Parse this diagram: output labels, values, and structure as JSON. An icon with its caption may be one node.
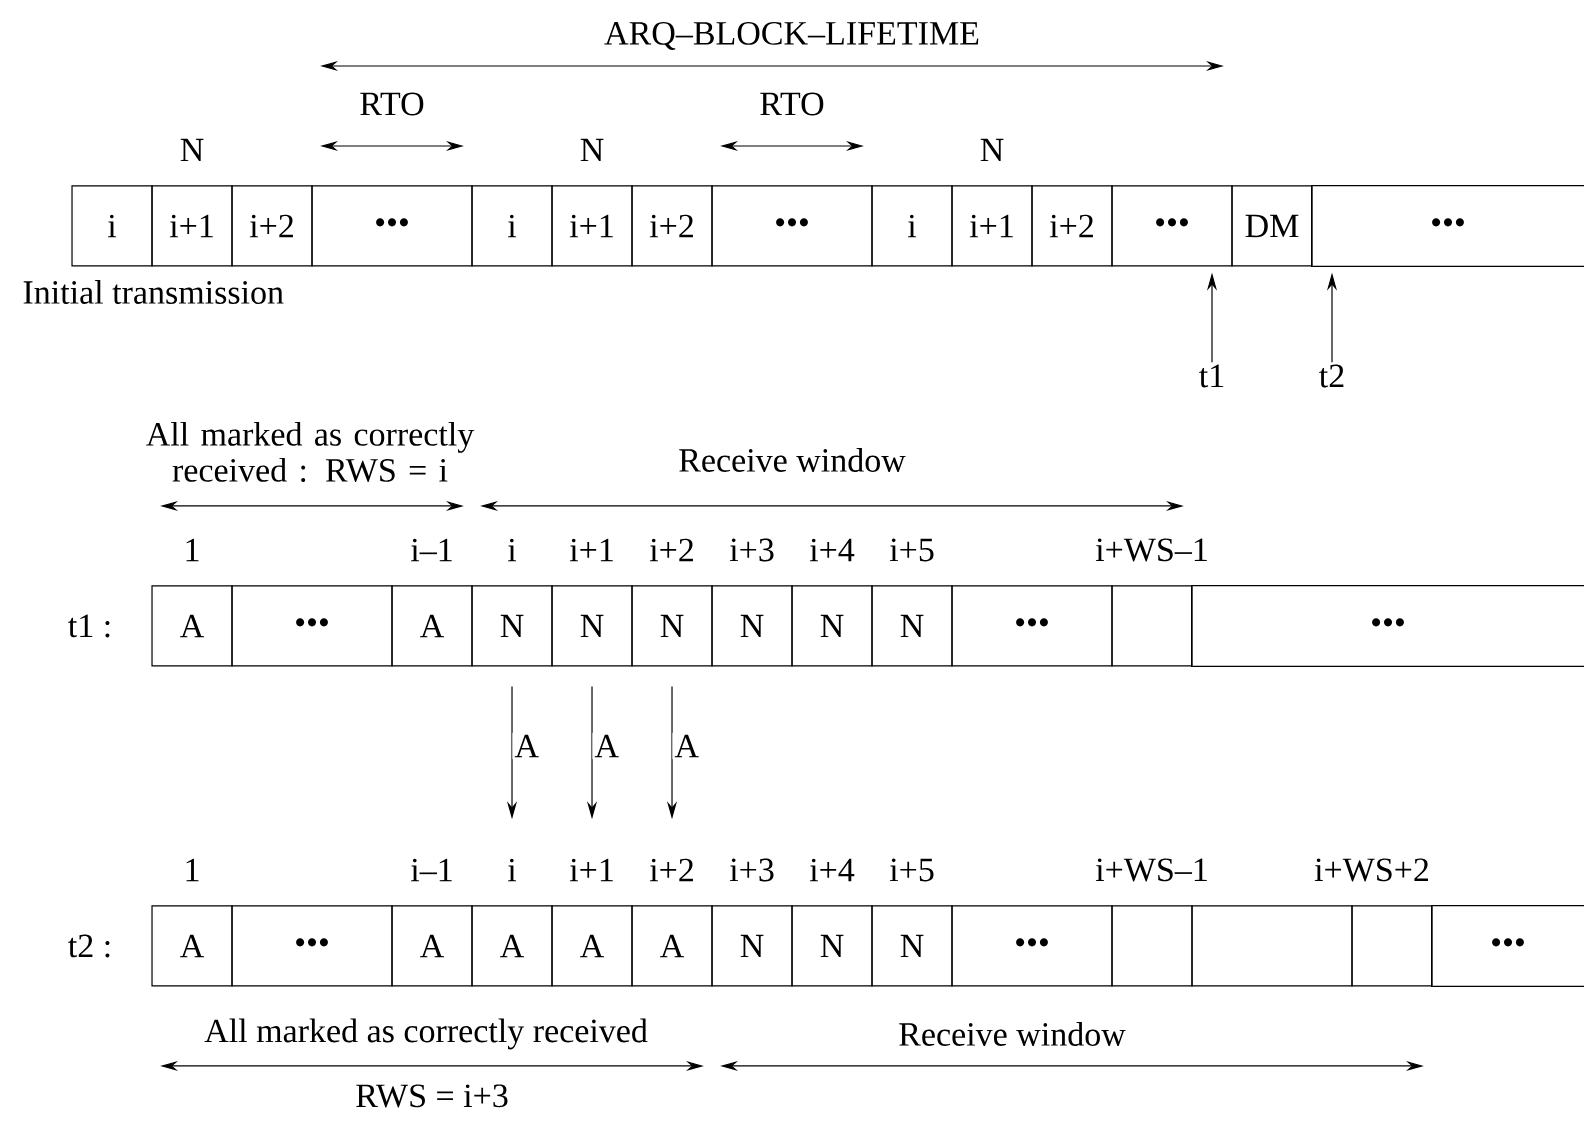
{
  "diagram": {
    "nodes": [
      {
        "text": [
          "i"
        ]
      },
      {
        "text": [
          "i+1"
        ]
      },
      {
        "text": [
          "i+2"
        ]
      },
      {
        "text": [
          "•••"
        ]
      },
      {
        "text": [
          "i"
        ]
      },
      {
        "text": [
          "i+1"
        ]
      },
      {
        "text": [
          "i+2"
        ]
      },
      {
        "text": [
          "•••"
        ]
      },
      {
        "text": [
          "i"
        ]
      },
      {
        "text": [
          "i+1"
        ]
      },
      {
        "text": [
          "i+2"
        ]
      },
      {
        "text": [
          "•••"
        ]
      },
      {
        "text": [
          "DM"
        ]
      },
      {
        "text": [
          "•••"
        ]
      },
      {
        "text": [
          "A"
        ]
      },
      {
        "text": [
          "•••"
        ]
      },
      {
        "text": [
          "A"
        ]
      },
      {
        "text": [
          "N"
        ]
      },
      {
        "text": [
          "N"
        ]
      },
      {
        "text": [
          "N"
        ]
      },
      {
        "text": [
          "N"
        ]
      },
      {
        "text": [
          "N"
        ]
      },
      {
        "text": [
          "N"
        ]
      },
      {
        "text": [
          "•••"
        ]
      },
      {
        "text": [],
        "shape": "box"
      },
      {
        "text": [
          "•••"
        ]
      },
      {
        "text": [
          "A"
        ]
      },
      {
        "text": [
          "•••"
        ]
      },
      {
        "text": [
          "A"
        ]
      },
      {
        "text": [
          "A"
        ]
      },
      {
        "text": [
          "A"
        ]
      },
      {
        "text": [
          "A"
        ]
      },
      {
        "text": [
          "N"
        ]
      },
      {
        "text": [
          "N"
        ]
      },
      {
        "text": [
          "N"
        ]
      },
      {
        "text": [
          "•••"
        ]
      },
      {
        "text": [],
        "shape": "box"
      },
      {
        "text": [],
        "shape": "box"
      },
      {
        "text": [],
        "shape": "box"
      },
      {
        "text": [
          "•••"
        ]
      },
      {
        "text": [
          "t1"
        ]
      },
      {
        "text": [
          "t2"
        ]
      }
    ],
    "edges": [
      {
        "from": 40,
        "to": 12,
        "arrow": "to"
      },
      {
        "from": 41,
        "to": 12,
        "arrow": "to"
      },
      {
        "from": 17,
        "to": 29,
        "arrow": "to",
        "label": "A"
      },
      {
        "from": 18,
        "to": 30,
        "arrow": "to",
        "label": "A"
      },
      {
        "from": 19,
        "to": 31,
        "arrow": "to",
        "label": "A"
      }
    ],
    "labels": [
      "ARQ–BLOCK–LIFETIME",
      "RTO",
      "RTO",
      "N",
      "N",
      "N",
      "Initial transmission",
      "All marked as correctly received : RWS = i",
      "Receive window",
      "1",
      "i–1",
      "i",
      "i+1",
      "i+2",
      "i+3",
      "i+4",
      "i+5",
      "i+WS–1",
      "t1 :",
      "1",
      "i–1",
      "i",
      "i+1",
      "i+2",
      "i+3",
      "i+4",
      "i+5",
      "i+WS–1",
      "i+WS+2",
      "t2 :",
      "All marked as correctly received",
      "Receive window",
      "RWS = i+3"
    ]
  }
}
